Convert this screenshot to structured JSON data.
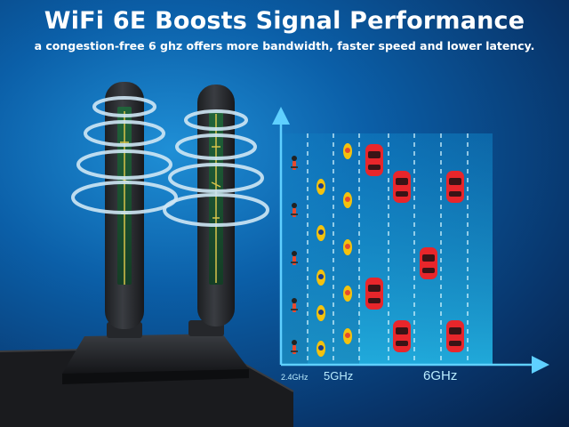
{
  "header": {
    "title": "WiFi 6E Boosts Signal Performance",
    "subtitle": "a congestion-free 6 ghz offers more bandwidth, faster speed and lower latency."
  },
  "bands": {
    "band_24": "2.4GHz",
    "band_5": "5GHz",
    "band_6": "6GHz"
  },
  "icons": {
    "antenna": "antenna-icon",
    "bicycle": "bicycle-icon",
    "motorcycle": "motorcycle-icon",
    "car": "car-icon"
  },
  "colors": {
    "background": "#0b5fa8",
    "antenna": "#2a2d31",
    "lane_bg": "#1aa0d4",
    "axis": "#5fd0ff",
    "car": "#e8262b",
    "motorcycle": "#f4c20d",
    "bicycle": "#e64a2f"
  }
}
